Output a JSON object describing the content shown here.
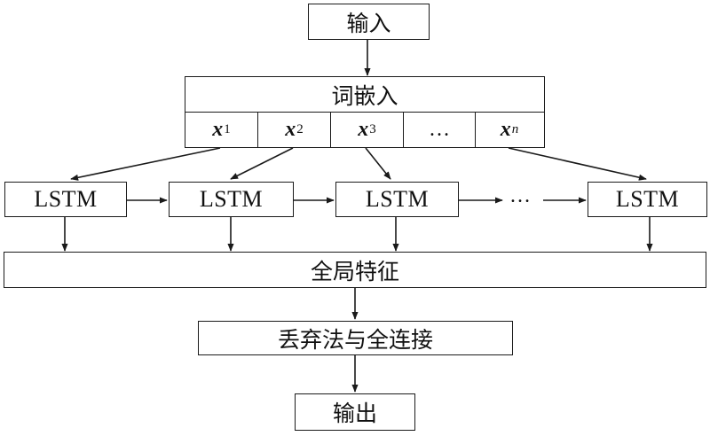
{
  "nodes": {
    "input": "输入",
    "embedding": "词嵌入",
    "lstm_label": "LSTM",
    "global_features": "全局特征",
    "dropout_fc": "丢弃法与全连接",
    "output": "输出"
  },
  "embedding_cells": [
    {
      "var": "x",
      "sub": "1"
    },
    {
      "var": "x",
      "sub": "2"
    },
    {
      "var": "x",
      "sub": "3"
    },
    {
      "ellipsis": "…"
    },
    {
      "var": "x",
      "sub": "n"
    }
  ],
  "lstm_ellipsis": "…"
}
